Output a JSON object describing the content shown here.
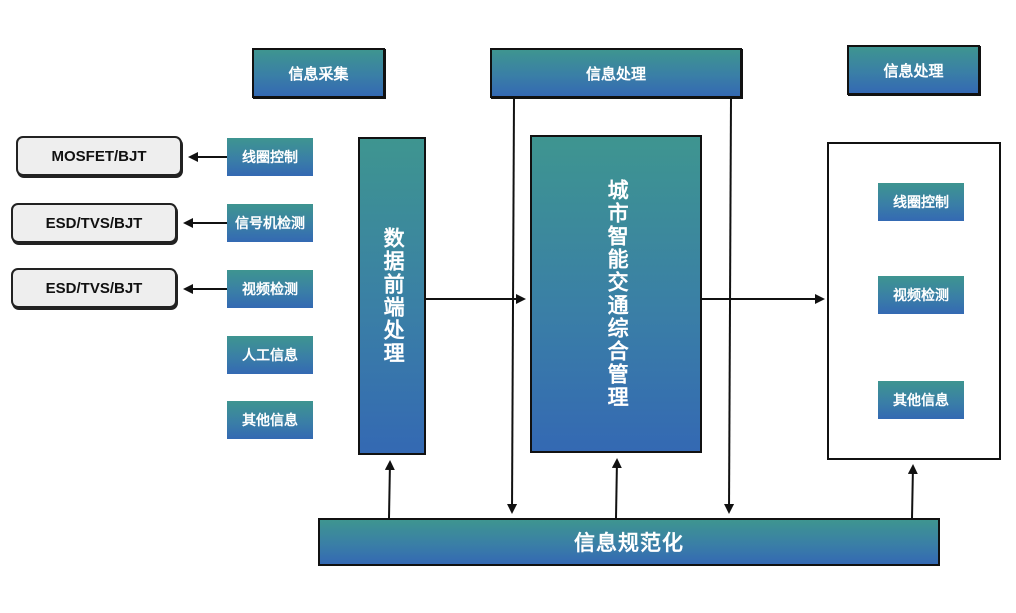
{
  "headers": {
    "collect": "信息采集",
    "process_center": "信息处理",
    "process_right": "信息处理"
  },
  "devices": [
    "MOSFET/BJT",
    "ESD/TVS/BJT",
    "ESD/TVS/BJT"
  ],
  "inputs": [
    "线圈控制",
    "信号机检测",
    "视频检测",
    "人工信息",
    "其他信息"
  ],
  "front_end": "数据前端处理",
  "center": "城市智能交通综合管理",
  "outputs": [
    "线圈控制",
    "视频检测",
    "其他信息"
  ],
  "bottom_bar": "信息规范化"
}
